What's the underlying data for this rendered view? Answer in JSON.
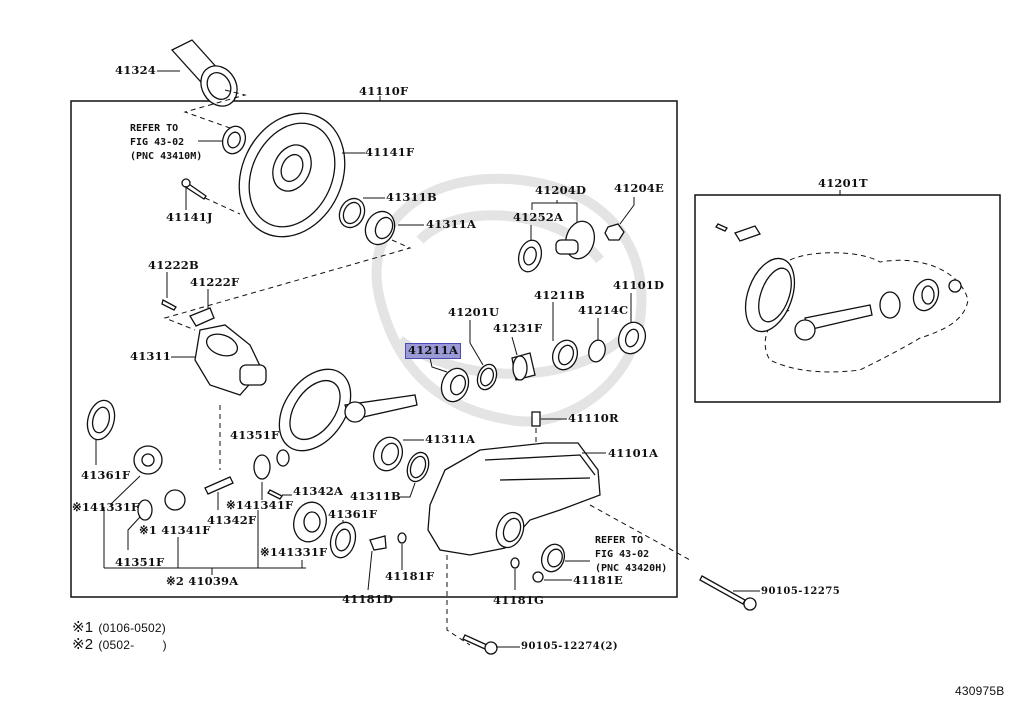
{
  "diagram": {
    "catalog_number": "430975B",
    "highlighted_part": "41211A",
    "highlight_color": "#9a9ad6",
    "groups": {
      "main_assembly": "41110F",
      "ring_pinion_kit": "41201T",
      "differential_kit": "※2 41039A"
    },
    "labels": {
      "p41324": "41324",
      "p41110F": "41110F",
      "p41141F": "41141F",
      "p41141J": "41141J",
      "p41311B_top": "41311B",
      "p41311A_top": "41311A",
      "p41204D": "41204D",
      "p41204E": "41204E",
      "p41252A": "41252A",
      "p41222B": "41222B",
      "p41222F": "41222F",
      "p41311": "41311",
      "p41201U": "41201U",
      "p41211B": "41211B",
      "p41214C": "41214C",
      "p41101D": "41101D",
      "p41231F": "41231F",
      "p41211A": "41211A",
      "p41110R": "41110R",
      "p41351F_mid": "41351F",
      "p41311A_low": "41311A",
      "p41101A": "41101A",
      "p41361F_left": "41361F",
      "p41342A": "41342A",
      "p41311B_low": "41311B",
      "p41331F_left": "※141331F",
      "p41341F_mid": "※141341F",
      "p41342F": "41342F",
      "p41361F_low": "41361F",
      "p41341F_left": "※1 41341F",
      "p41331F_low": "※141331F",
      "p41351F_low": "41351F",
      "p41181F": "41181F",
      "p41181D": "41181D",
      "p41181G": "41181G",
      "p41181E": "41181E",
      "p41201T": "41201T",
      "p90105_12275": "90105-12275",
      "p90105_12274": "90105-12274(2)"
    },
    "references": {
      "upper": "REFER TO\nFIG 43-02\n(PNC 43410M)",
      "lower": "REFER TO\nFIG 43-02\n(PNC 43420H)"
    },
    "notes": [
      {
        "mark": "※1",
        "text": "(0106-0502)"
      },
      {
        "mark": "※2",
        "text": "(0502-        )"
      }
    ]
  }
}
